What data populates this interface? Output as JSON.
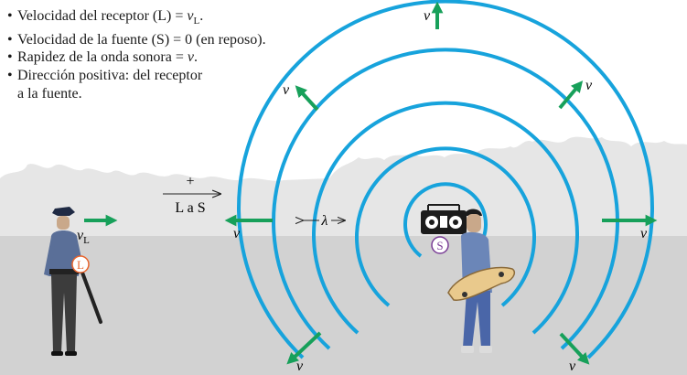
{
  "notes": [
    {
      "pre": "Velocidad del receptor (L) = ",
      "var": "v",
      "sub": "L",
      "post": "."
    },
    {
      "pre": "Velocidad de la fuente (S) = 0 (en reposo)."
    },
    {
      "pre": "Rapidez de la onda sonora = ",
      "var": "v",
      "post": "."
    },
    {
      "pre": "Dirección positiva: del receptor",
      "line2": "a la fuente."
    }
  ],
  "direction": {
    "sign": "+",
    "label": "L a S"
  },
  "listener": {
    "marker": "L",
    "velocity_var": "v",
    "velocity_sub": "L"
  },
  "source": {
    "marker": "S"
  },
  "wavelength": {
    "symbol": "λ"
  },
  "wave_speed_label": "v",
  "colors": {
    "wavefront": "#17a3dc",
    "arrow": "#17a05a",
    "ground": "#d2d2d2",
    "listener_marker": "#e8642c",
    "source_marker": "#7a3d96"
  }
}
